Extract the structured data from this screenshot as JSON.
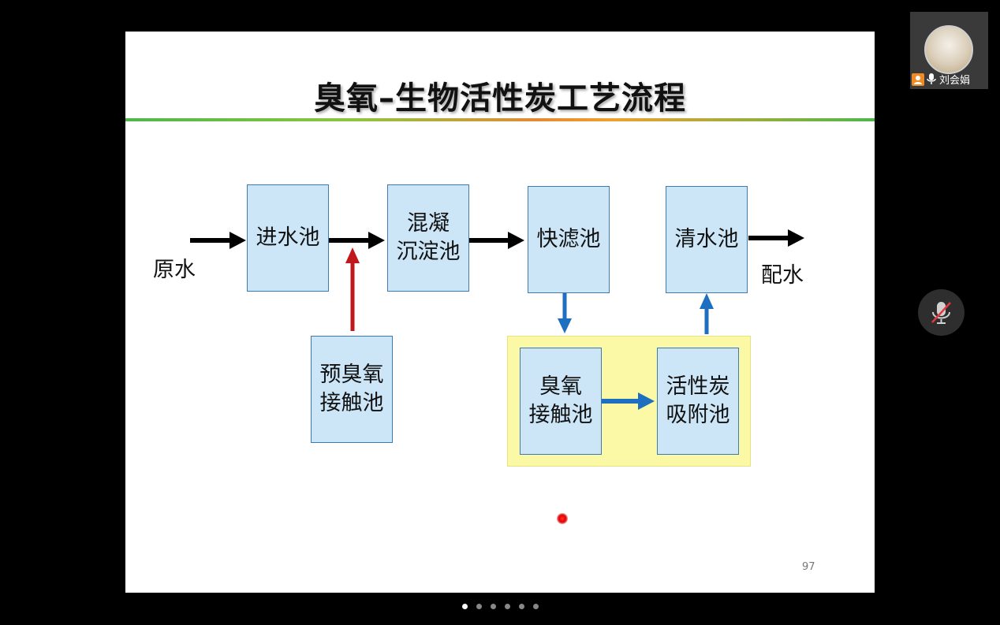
{
  "slide": {
    "title": "臭氧–生物活性炭工艺流程",
    "page_number": "97",
    "labels": {
      "raw_water": "原水",
      "distribution_water": "配水"
    },
    "boxes": {
      "inlet_tank": [
        "进水池"
      ],
      "coagulation_tank": [
        "混凝",
        "沉淀池"
      ],
      "fast_filter": [
        "快滤池"
      ],
      "clear_water_tank": [
        "清水池"
      ],
      "pre_ozone_tank": [
        "预臭氧",
        "接触池"
      ],
      "ozone_contact_tank": [
        "臭氧",
        "接触池"
      ],
      "activated_carbon_tank": [
        "活性炭",
        "吸附池"
      ]
    },
    "colors": {
      "box_fill": "#cce6f7",
      "box_border": "#3d7ab0",
      "highlight_fill": "#fbf8a6",
      "main_arrow": "#000000",
      "pre_ozone_arrow": "#c0191c",
      "treatment_arrow": "#1e6fbf"
    }
  },
  "participant": {
    "name": "刘会娟",
    "host_icon": "host-icon",
    "mic_icon": "microphone-icon"
  },
  "controls": {
    "mute_icon": "microphone-muted-icon"
  },
  "pagination": {
    "count": 6,
    "active_index": 0
  }
}
